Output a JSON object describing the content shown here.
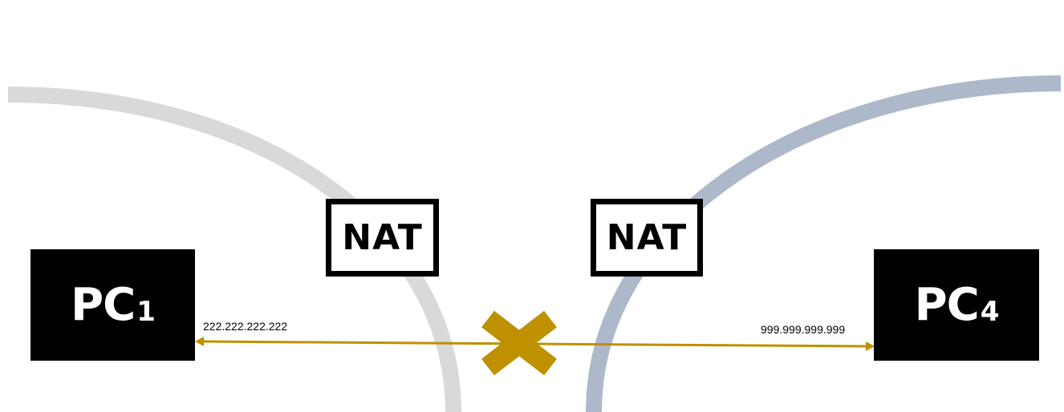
{
  "colors": {
    "left_network_arc": "#d9d9d9",
    "right_network_arc": "#adb9ca",
    "connection": "#bf9000",
    "blocked_marker": "#bf9000",
    "pc_fill": "#000000",
    "pc_text": "#ffffff",
    "nat_border": "#000000"
  },
  "pc1": {
    "label": "PC",
    "number": "1",
    "ip": "222.222.222.222"
  },
  "pc4": {
    "label": "PC",
    "number": "4",
    "ip": "999.999.999.999"
  },
  "nat_left": {
    "label": "NAT"
  },
  "nat_right": {
    "label": "NAT"
  },
  "connection": {
    "blocked": true,
    "marker_icon": "x-cross-icon"
  }
}
